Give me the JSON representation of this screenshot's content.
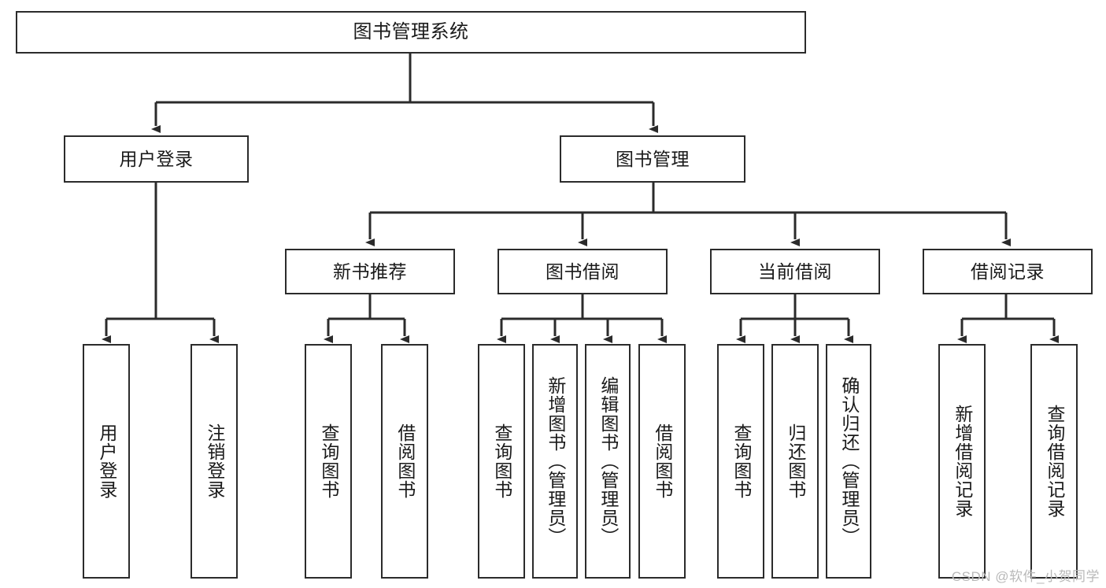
{
  "diagram": {
    "title": "图书管理系统",
    "watermark": "CSDN @软件_小贺同学",
    "line_color": "#2b2b2b",
    "box_fill": "#ffffff",
    "text_color": "#1a1a1a",
    "watermark_color": "#b9b9b9",
    "nodes": [
      {
        "id": "root",
        "label": "图书管理系统",
        "level": 0,
        "orientation": "horizontal"
      },
      {
        "id": "user-login",
        "label": "用户登录",
        "level": 1,
        "orientation": "horizontal"
      },
      {
        "id": "book-manage",
        "label": "图书管理",
        "level": 1,
        "orientation": "horizontal"
      },
      {
        "id": "new-book-rec",
        "label": "新书推荐",
        "level": 2,
        "orientation": "horizontal"
      },
      {
        "id": "book-borrow",
        "label": "图书借阅",
        "level": 2,
        "orientation": "horizontal"
      },
      {
        "id": "current-borrow",
        "label": "当前借阅",
        "level": 2,
        "orientation": "horizontal"
      },
      {
        "id": "borrow-record",
        "label": "借阅记录",
        "level": 2,
        "orientation": "horizontal"
      },
      {
        "id": "leaf-user-login",
        "label": "用户登录",
        "level": 3,
        "orientation": "vertical"
      },
      {
        "id": "leaf-logout",
        "label": "注销登录",
        "level": 3,
        "orientation": "vertical"
      },
      {
        "id": "leaf-query-1",
        "label": "查询图书",
        "level": 3,
        "orientation": "vertical"
      },
      {
        "id": "leaf-borrow-1",
        "label": "借阅图书",
        "level": 3,
        "orientation": "vertical"
      },
      {
        "id": "leaf-query-2",
        "label": "查询图书",
        "level": 3,
        "orientation": "vertical"
      },
      {
        "id": "leaf-add-book",
        "label": "新增图书（管理员）",
        "level": 3,
        "orientation": "vertical"
      },
      {
        "id": "leaf-edit-book",
        "label": "编辑图书（管理员）",
        "level": 3,
        "orientation": "vertical"
      },
      {
        "id": "leaf-borrow-2",
        "label": "借阅图书",
        "level": 3,
        "orientation": "vertical"
      },
      {
        "id": "leaf-query-3",
        "label": "查询图书",
        "level": 3,
        "orientation": "vertical"
      },
      {
        "id": "leaf-return",
        "label": "归还图书",
        "level": 3,
        "orientation": "vertical"
      },
      {
        "id": "leaf-confirm",
        "label": "确认归还（管理员）",
        "level": 3,
        "orientation": "vertical"
      },
      {
        "id": "leaf-add-rec",
        "label": "新增借阅记录",
        "level": 3,
        "orientation": "vertical"
      },
      {
        "id": "leaf-query-rec",
        "label": "查询借阅记录",
        "level": 3,
        "orientation": "vertical"
      }
    ],
    "edges": [
      {
        "from": "root",
        "to": "user-login"
      },
      {
        "from": "root",
        "to": "book-manage"
      },
      {
        "from": "book-manage",
        "to": "new-book-rec"
      },
      {
        "from": "book-manage",
        "to": "book-borrow"
      },
      {
        "from": "book-manage",
        "to": "current-borrow"
      },
      {
        "from": "book-manage",
        "to": "borrow-record"
      },
      {
        "from": "user-login",
        "to": "leaf-user-login"
      },
      {
        "from": "user-login",
        "to": "leaf-logout"
      },
      {
        "from": "new-book-rec",
        "to": "leaf-query-1"
      },
      {
        "from": "new-book-rec",
        "to": "leaf-borrow-1"
      },
      {
        "from": "book-borrow",
        "to": "leaf-query-2"
      },
      {
        "from": "book-borrow",
        "to": "leaf-add-book"
      },
      {
        "from": "book-borrow",
        "to": "leaf-edit-book"
      },
      {
        "from": "book-borrow",
        "to": "leaf-borrow-2"
      },
      {
        "from": "current-borrow",
        "to": "leaf-query-3"
      },
      {
        "from": "current-borrow",
        "to": "leaf-return"
      },
      {
        "from": "current-borrow",
        "to": "leaf-confirm"
      },
      {
        "from": "borrow-record",
        "to": "leaf-add-rec"
      },
      {
        "from": "borrow-record",
        "to": "leaf-query-rec"
      }
    ]
  }
}
